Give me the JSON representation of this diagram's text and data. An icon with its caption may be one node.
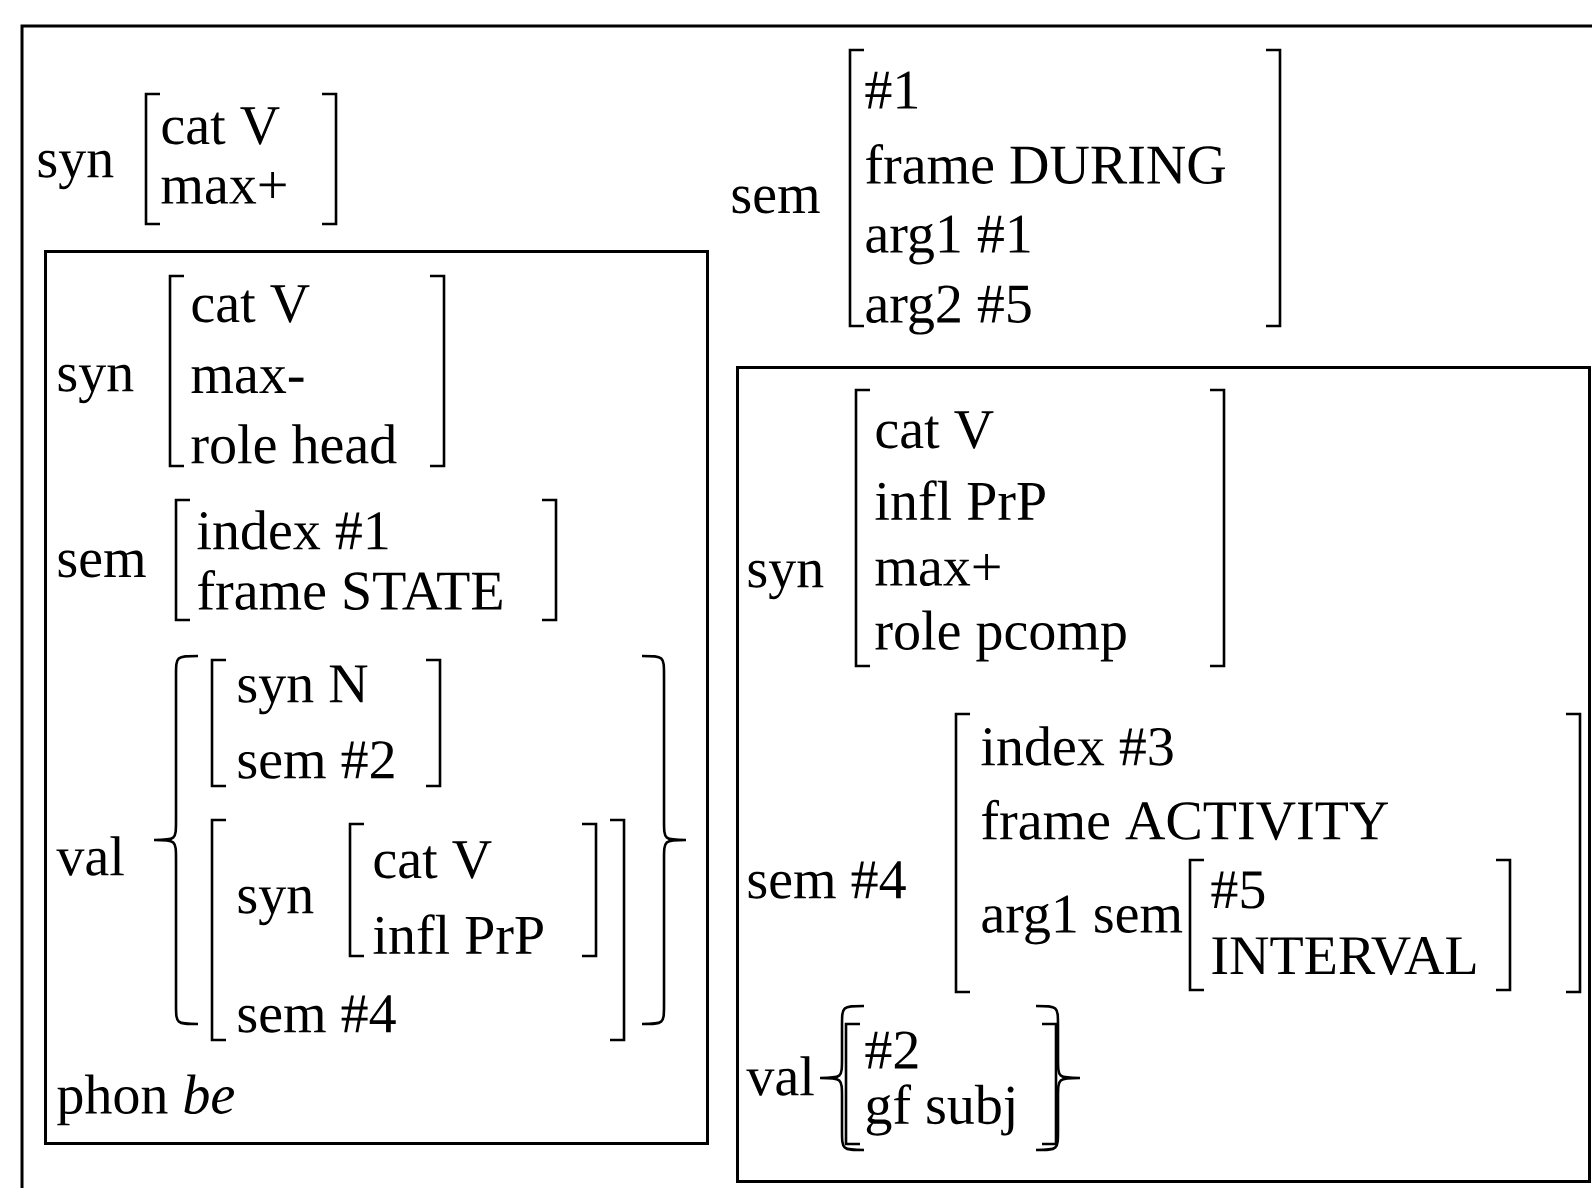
{
  "diagram": {
    "nodes": [
      {
        "text": [
          "syn",
          "cat V",
          "max+",
          "sem",
          "#1",
          "frame DURING",
          "arg1 #1",
          "arg2 #5"
        ]
      },
      {
        "text": [
          "syn",
          "cat V",
          "max-",
          "role head",
          "sem",
          "index #1",
          "frame STATE",
          "val",
          "syn N",
          "sem #2",
          "syn",
          "cat V",
          "infl PrP",
          "sem #4",
          "phon *be*"
        ],
        "in": 0
      },
      {
        "text": [
          "syn",
          "cat V",
          "infl PrP",
          "max+",
          "role pcomp",
          "sem #4",
          "index #3",
          "frame ACTIVITY",
          "arg1 sem",
          "#5",
          "INTERVAL",
          "val",
          "#2",
          "gf subj"
        ],
        "in": 0
      }
    ]
  }
}
